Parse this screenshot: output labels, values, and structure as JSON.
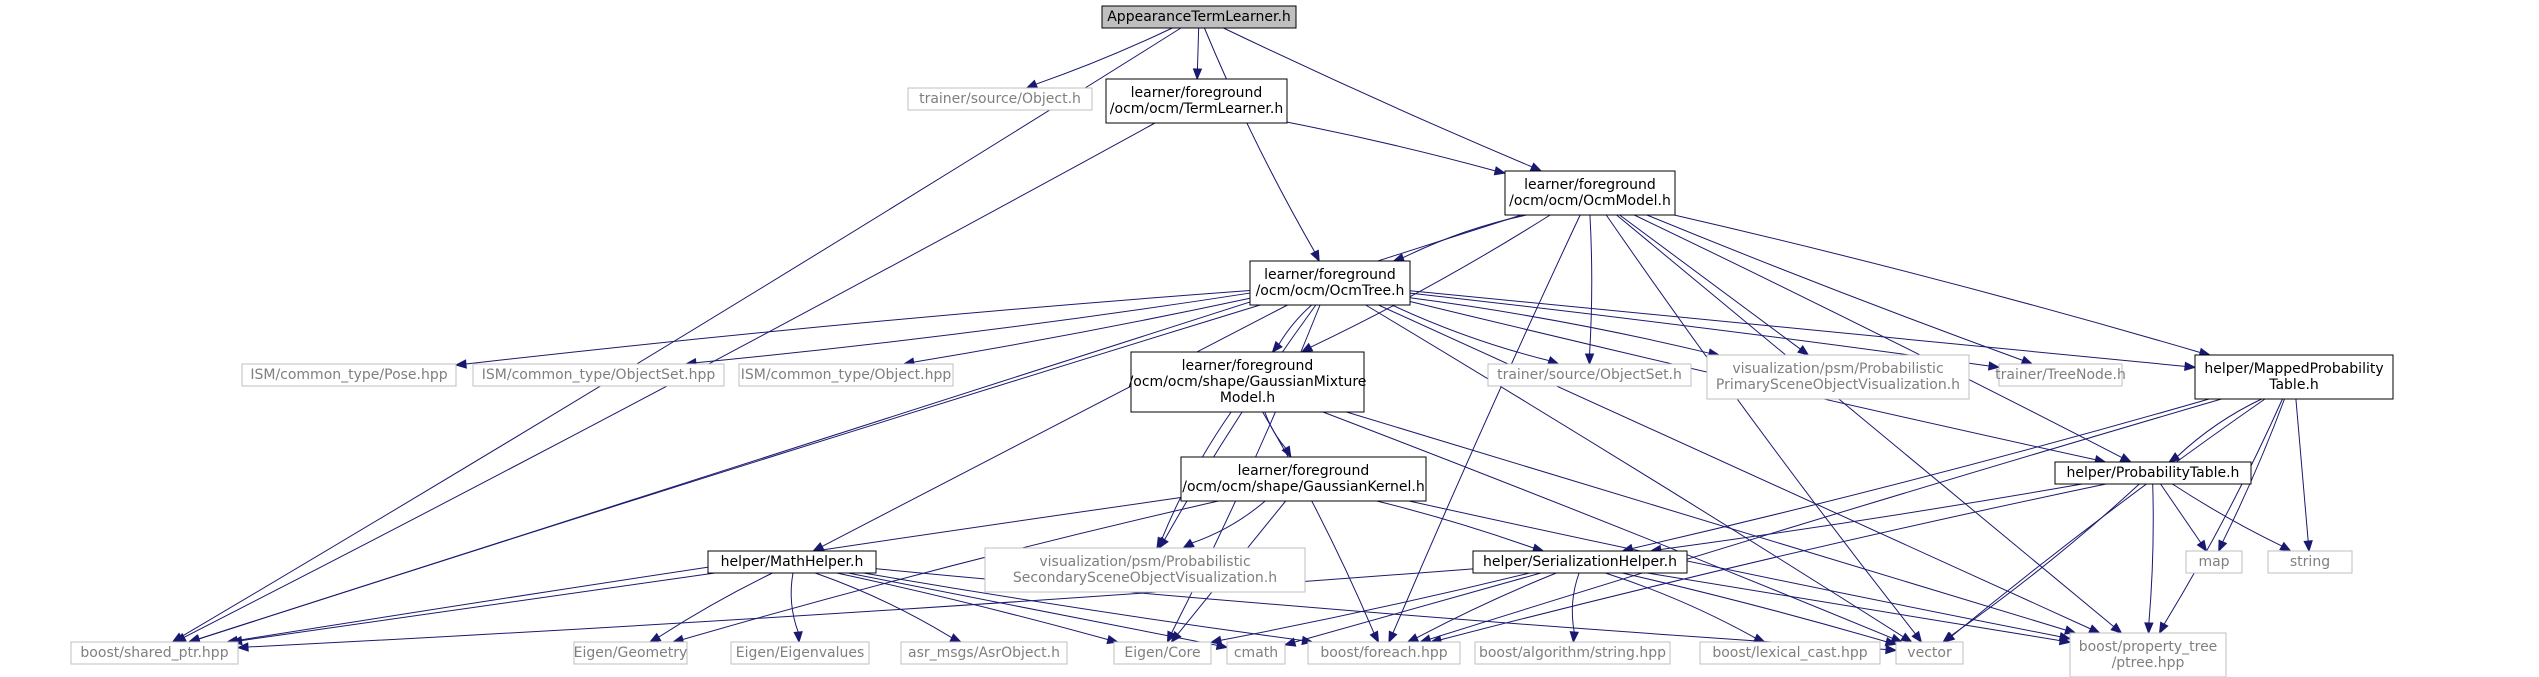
{
  "diagram": {
    "title": "AppearanceTermLearner.h",
    "nodes": [
      {
        "id": "n_atl",
        "lines": [
          "AppearanceTermLearner.h"
        ],
        "style": "root"
      },
      {
        "id": "n_trobj",
        "lines": [
          "trainer/source/Object.h"
        ],
        "style": "external"
      },
      {
        "id": "n_tl",
        "lines": [
          "learner/foreground",
          "/ocm/ocm/TermLearner.h"
        ],
        "style": "internal"
      },
      {
        "id": "n_om",
        "lines": [
          "learner/foreground",
          "/ocm/ocm/OcmModel.h"
        ],
        "style": "internal"
      },
      {
        "id": "n_ot",
        "lines": [
          "learner/foreground",
          "/ocm/ocm/OcmTree.h"
        ],
        "style": "internal"
      },
      {
        "id": "n_pose",
        "lines": [
          "ISM/common_type/Pose.hpp"
        ],
        "style": "external"
      },
      {
        "id": "n_objset",
        "lines": [
          "ISM/common_type/ObjectSet.hpp"
        ],
        "style": "external"
      },
      {
        "id": "n_ismobj",
        "lines": [
          "ISM/common_type/Object.hpp"
        ],
        "style": "external"
      },
      {
        "id": "n_gmm",
        "lines": [
          "learner/foreground",
          "/ocm/ocm/shape/GaussianMixture",
          "Model.h"
        ],
        "style": "internal"
      },
      {
        "id": "n_trobjset",
        "lines": [
          "trainer/source/ObjectSet.h"
        ],
        "style": "external"
      },
      {
        "id": "n_vpp",
        "lines": [
          "visualization/psm/Probabilistic",
          "PrimarySceneObjectVisualization.h"
        ],
        "style": "external"
      },
      {
        "id": "n_tn",
        "lines": [
          "trainer/TreeNode.h"
        ],
        "style": "external"
      },
      {
        "id": "n_mpt",
        "lines": [
          "helper/MappedProbability",
          "Table.h"
        ],
        "style": "internal"
      },
      {
        "id": "n_gk",
        "lines": [
          "learner/foreground",
          "/ocm/ocm/shape/GaussianKernel.h"
        ],
        "style": "internal"
      },
      {
        "id": "n_pt",
        "lines": [
          "helper/ProbabilityTable.h"
        ],
        "style": "internal"
      },
      {
        "id": "n_vps",
        "lines": [
          "visualization/psm/Probabilistic",
          "SecondarySceneObjectVisualization.h"
        ],
        "style": "external"
      },
      {
        "id": "n_mh",
        "lines": [
          "helper/MathHelper.h"
        ],
        "style": "internal"
      },
      {
        "id": "n_sh",
        "lines": [
          "helper/SerializationHelper.h"
        ],
        "style": "internal"
      },
      {
        "id": "n_map",
        "lines": [
          "map"
        ],
        "style": "external"
      },
      {
        "id": "n_string",
        "lines": [
          "string"
        ],
        "style": "external"
      },
      {
        "id": "n_sp",
        "lines": [
          "boost/shared_ptr.hpp"
        ],
        "style": "external"
      },
      {
        "id": "n_eg",
        "lines": [
          "Eigen/Geometry"
        ],
        "style": "external"
      },
      {
        "id": "n_ee",
        "lines": [
          "Eigen/Eigenvalues"
        ],
        "style": "external"
      },
      {
        "id": "n_asr",
        "lines": [
          "asr_msgs/AsrObject.h"
        ],
        "style": "external"
      },
      {
        "id": "n_ec",
        "lines": [
          "Eigen/Core"
        ],
        "style": "external"
      },
      {
        "id": "n_cmath",
        "lines": [
          "cmath"
        ],
        "style": "external"
      },
      {
        "id": "n_bfe",
        "lines": [
          "boost/foreach.hpp"
        ],
        "style": "external"
      },
      {
        "id": "n_bas",
        "lines": [
          "boost/algorithm/string.hpp"
        ],
        "style": "external"
      },
      {
        "id": "n_blc",
        "lines": [
          "boost/lexical_cast.hpp"
        ],
        "style": "external"
      },
      {
        "id": "n_vec",
        "lines": [
          "vector"
        ],
        "style": "external"
      },
      {
        "id": "n_bpt",
        "lines": [
          "boost/property_tree",
          "/ptree.hpp"
        ],
        "style": "external"
      }
    ],
    "edges": [
      [
        "n_atl",
        "n_sp"
      ],
      [
        "n_atl",
        "n_trobj"
      ],
      [
        "n_atl",
        "n_tl"
      ],
      [
        "n_atl",
        "n_om"
      ],
      [
        "n_atl",
        "n_ot"
      ],
      [
        "n_tl",
        "n_sp"
      ],
      [
        "n_tl",
        "n_om"
      ],
      [
        "n_om",
        "n_sp"
      ],
      [
        "n_om",
        "n_bfe"
      ],
      [
        "n_om",
        "n_ot"
      ],
      [
        "n_om",
        "n_gmm"
      ],
      [
        "n_om",
        "n_trobjset"
      ],
      [
        "n_om",
        "n_vpp"
      ],
      [
        "n_om",
        "n_tn"
      ],
      [
        "n_om",
        "n_vec"
      ],
      [
        "n_om",
        "n_mpt"
      ],
      [
        "n_om",
        "n_pt"
      ],
      [
        "n_om",
        "n_bpt"
      ],
      [
        "n_ot",
        "n_sp"
      ],
      [
        "n_ot",
        "n_pose"
      ],
      [
        "n_ot",
        "n_objset"
      ],
      [
        "n_ot",
        "n_ismobj"
      ],
      [
        "n_ot",
        "n_mh"
      ],
      [
        "n_ot",
        "n_gmm"
      ],
      [
        "n_ot",
        "n_trobjset"
      ],
      [
        "n_ot",
        "n_vpp"
      ],
      [
        "n_ot",
        "n_tn"
      ],
      [
        "n_ot",
        "n_mpt"
      ],
      [
        "n_ot",
        "n_pt"
      ],
      [
        "n_ot",
        "n_vps"
      ],
      [
        "n_ot",
        "n_ec"
      ],
      [
        "n_ot",
        "n_vec"
      ],
      [
        "n_ot",
        "n_bpt"
      ],
      [
        "n_gmm",
        "n_gk"
      ],
      [
        "n_gmm",
        "n_vps"
      ],
      [
        "n_gmm",
        "n_bfe"
      ],
      [
        "n_gmm",
        "n_vec"
      ],
      [
        "n_gmm",
        "n_bpt"
      ],
      [
        "n_gk",
        "n_sp"
      ],
      [
        "n_gk",
        "n_eg"
      ],
      [
        "n_gk",
        "n_vps"
      ],
      [
        "n_gk",
        "n_sh"
      ],
      [
        "n_gk",
        "n_ec"
      ],
      [
        "n_gk",
        "n_bpt"
      ],
      [
        "n_mpt",
        "n_pt"
      ],
      [
        "n_mpt",
        "n_sh"
      ],
      [
        "n_mpt",
        "n_map"
      ],
      [
        "n_mpt",
        "n_string"
      ],
      [
        "n_mpt",
        "n_bfe"
      ],
      [
        "n_mpt",
        "n_vec"
      ],
      [
        "n_mpt",
        "n_bpt"
      ],
      [
        "n_pt",
        "n_sh"
      ],
      [
        "n_pt",
        "n_map"
      ],
      [
        "n_pt",
        "n_string"
      ],
      [
        "n_pt",
        "n_bfe"
      ],
      [
        "n_pt",
        "n_vec"
      ],
      [
        "n_pt",
        "n_bpt"
      ],
      [
        "n_mh",
        "n_sp"
      ],
      [
        "n_mh",
        "n_eg"
      ],
      [
        "n_mh",
        "n_ee"
      ],
      [
        "n_mh",
        "n_asr"
      ],
      [
        "n_mh",
        "n_ec"
      ],
      [
        "n_mh",
        "n_cmath"
      ],
      [
        "n_mh",
        "n_bfe"
      ],
      [
        "n_mh",
        "n_vec"
      ],
      [
        "n_sh",
        "n_sp"
      ],
      [
        "n_sh",
        "n_ec"
      ],
      [
        "n_sh",
        "n_cmath"
      ],
      [
        "n_sh",
        "n_bfe"
      ],
      [
        "n_sh",
        "n_bas"
      ],
      [
        "n_sh",
        "n_blc"
      ],
      [
        "n_sh",
        "n_vec"
      ],
      [
        "n_sh",
        "n_bpt"
      ]
    ],
    "colors": {
      "edge": "#191970",
      "root_fill": "#bfbfbf",
      "root_stroke": "#000000",
      "internal_fill": "#ffffff",
      "internal_stroke": "#000000",
      "external_fill": "#ffffff",
      "external_stroke": "#bfbfbf",
      "external_text": "#7f7f7f",
      "text": "#000000"
    }
  }
}
